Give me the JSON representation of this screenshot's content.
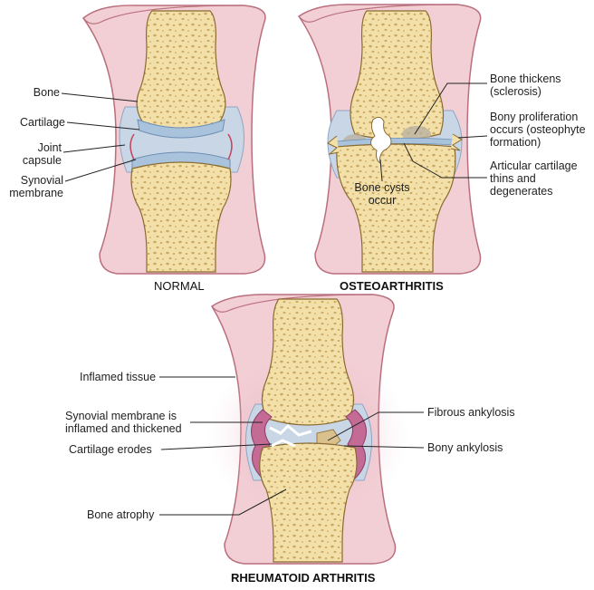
{
  "colors": {
    "skin": "#f2cfd4",
    "skin_edge": "#b96f7d",
    "bone": "#f3e0a8",
    "bone_hole": "#c9a963",
    "cartilage": "#a9c3dd",
    "capsule": "#c9d6e6",
    "inflamed": "#c36a95",
    "sclerosis": "#b9b2a0"
  },
  "panels": {
    "normal": {
      "caption": "NORMAL",
      "labels": {
        "bone": "Bone",
        "cartilage": "Cartilage",
        "joint_capsule": "Joint\ncapsule",
        "synovial_membrane": "Synovial\nmembrane"
      }
    },
    "osteoarthritis": {
      "caption": "OSTEOARTHRITIS",
      "labels": {
        "bone_thickens": "Bone thickens\n(sclerosis)",
        "bony_proliferation": "Bony proliferation\noccurs (osteophyte\nformation)",
        "articular_cartilage": "Articular cartilage\nthins and\ndegenerates",
        "bone_cysts": "Bone cysts\noccur"
      }
    },
    "rheumatoid": {
      "caption": "RHEUMATOID ARTHRITIS",
      "labels": {
        "inflamed_tissue": "Inflamed tissue",
        "synovial_inflamed": "Synovial membrane is\ninflamed and thickened",
        "cartilage_erodes": "Cartilage erodes",
        "bone_atrophy": "Bone atrophy",
        "fibrous_ankylosis": "Fibrous ankylosis",
        "bony_ankylosis": "Bony ankylosis"
      }
    }
  }
}
